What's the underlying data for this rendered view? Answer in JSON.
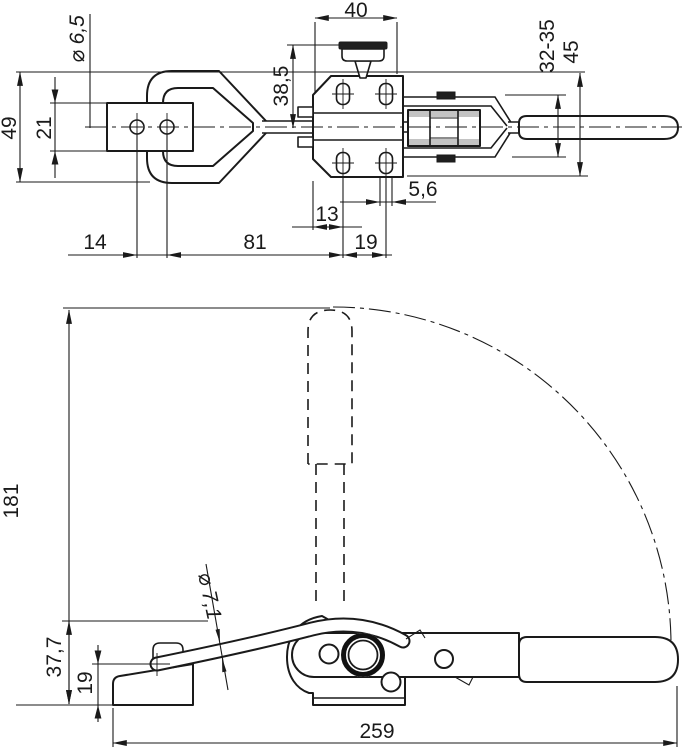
{
  "meta": {
    "description": "Two-view orthographic technical drawing of a latch-type toggle clamp with dimension annotations",
    "units": "mm",
    "line_color": "#1a1a1a",
    "background_color": "#ffffff",
    "views": [
      "top-view",
      "side-view"
    ]
  },
  "dims": {
    "d40": "40",
    "d6_5": "⌀ 6,5",
    "d38_5": "38,5",
    "d32_35": "32-35",
    "d45": "45",
    "d49": "49",
    "d21": "21",
    "d5_6": "5,6",
    "d13": "13",
    "d14": "14",
    "d81": "81",
    "d19_top": "19",
    "d181": "181",
    "d7_1": "⌀ 7,1",
    "d37_7": "37,7",
    "d19_side": "19",
    "d259": "259"
  }
}
